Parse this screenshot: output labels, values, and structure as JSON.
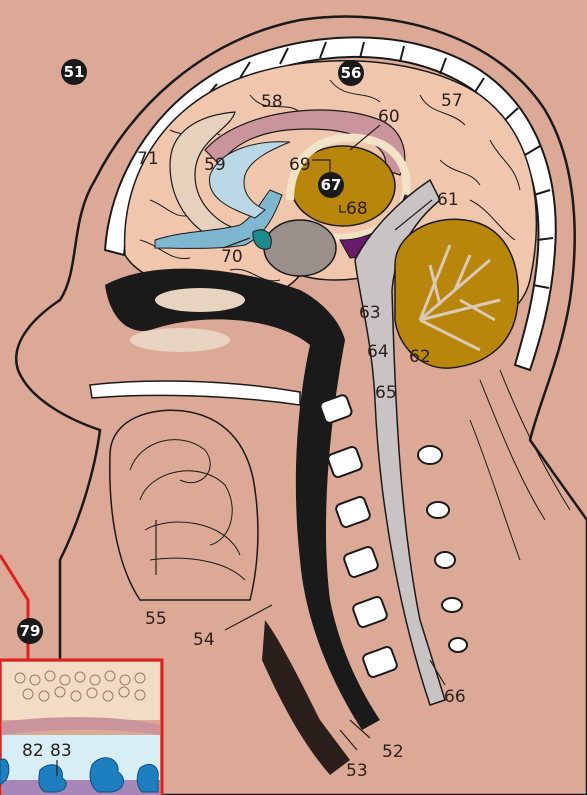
{
  "badges": [
    "51",
    "56",
    "67",
    "79"
  ],
  "labels": [
    "52",
    "53",
    "54",
    "55",
    "57",
    "58",
    "59",
    "60",
    "61",
    "62",
    "63",
    "64",
    "65",
    "66",
    "68",
    "69",
    "70",
    "71",
    "82",
    "83"
  ],
  "colors": {
    "background": "#dca996",
    "outline": "#1a1a1a",
    "cortex": "#f0c7ad",
    "corpus_callosum": "#c9949c",
    "lateral_ventricle": "#e6d2bc",
    "ventricle_blue": "#7fb7d0",
    "thalamus": "#b8860b",
    "cerebellum": "#b8860b",
    "spinal_cord": "#c8c4c4",
    "midbrain_purple": "#6a1b6b",
    "pons_gray": "#9b8f8c",
    "inset_frame": "#e02020",
    "inset_fluid": "#d7eef5",
    "inset_cells": "#1e7fc0"
  }
}
